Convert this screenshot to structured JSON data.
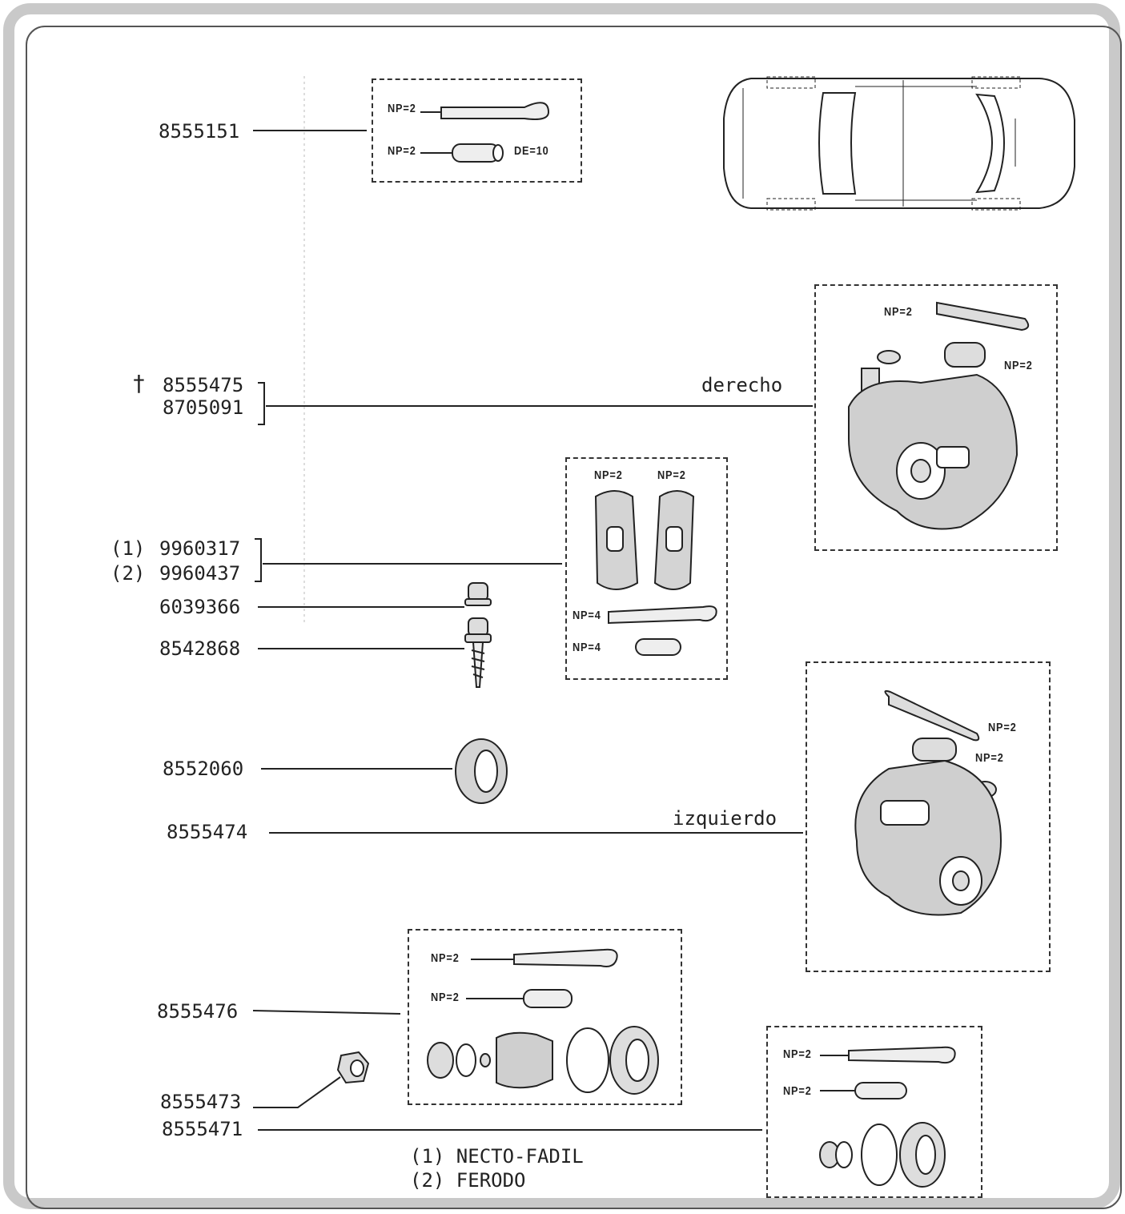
{
  "parts": {
    "p8555151": "8555151",
    "dagger": "†",
    "p8555475": "8555475",
    "p8705091": "8705091",
    "pad1_prefix": "(1)",
    "p9960317": "9960317",
    "pad2_prefix": "(2)",
    "p9960437": "9960437",
    "p6039366": "6039366",
    "p8542868": "8542868",
    "p8552060": "8552060",
    "p8555474": "8555474",
    "p8555476": "8555476",
    "p8555473": "8555473",
    "p8555471": "8555471"
  },
  "sides": {
    "right": "derecho",
    "left": "izquierdo"
  },
  "box_top": {
    "pin_qty": "NP=2",
    "spring_qty": "NP=2",
    "spring_size": "DE=10"
  },
  "box_right_caliper": {
    "pin_qty": "NP=2",
    "spring_qty": "NP=2"
  },
  "box_pads": {
    "pad_a_qty": "NP=2",
    "pad_b_qty": "NP=2",
    "pin_qty": "NP=4",
    "spring_qty": "NP=4"
  },
  "box_left_caliper": {
    "pin_qty": "NP=2",
    "spring_qty": "NP=2"
  },
  "box_repair_kit": {
    "pin_qty": "NP=2",
    "spring_qty": "NP=2"
  },
  "box_seal_kit": {
    "pin_qty": "NP=2",
    "spring_qty": "NP=2"
  },
  "legend": {
    "l1": "(1) NECTO-FADIL",
    "l2": "(2) FERODO"
  }
}
